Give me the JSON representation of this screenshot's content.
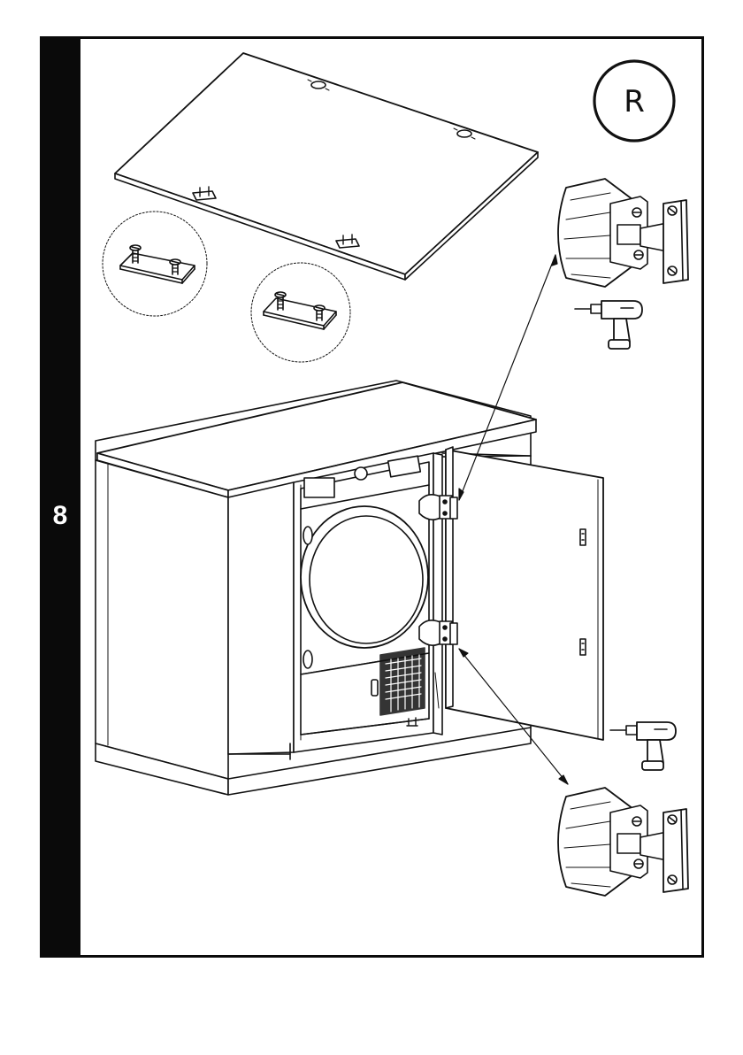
{
  "step": {
    "number": "8"
  },
  "side_badge": {
    "letter": "R"
  },
  "tools": [
    "power-drill",
    "power-drill"
  ],
  "colors": {
    "line": "#111111",
    "frame": "#0a0a0a",
    "paper": "#ffffff"
  }
}
